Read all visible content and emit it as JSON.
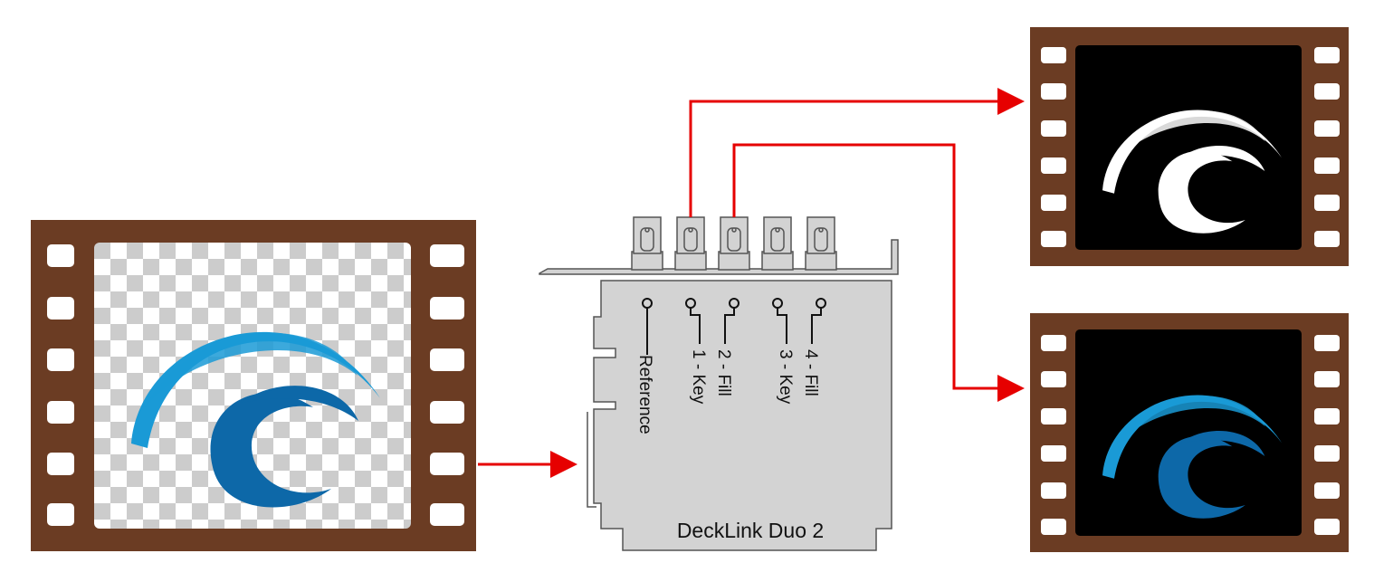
{
  "card": {
    "name": "DeckLink Duo 2",
    "ports": [
      {
        "label": "Reference"
      },
      {
        "label": "1 - Key"
      },
      {
        "label": "2 - Fill"
      },
      {
        "label": "3 - Key"
      },
      {
        "label": "4 - Fill"
      }
    ]
  },
  "frames": {
    "input": "transparent-checkerboard",
    "key_output": "black-background-white-matte",
    "fill_output": "black-background-color-fill"
  },
  "colors": {
    "film": "#6b3c23",
    "arrow": "#e60000",
    "card": "#d3d3d3",
    "wave_light": "#1a9ad6",
    "wave_dark": "#0d68a8",
    "checker": "#cccccc"
  },
  "icons": [
    "film-strip-icon",
    "wave-logo-icon",
    "bnc-connector-icon",
    "red-arrow-icon"
  ]
}
